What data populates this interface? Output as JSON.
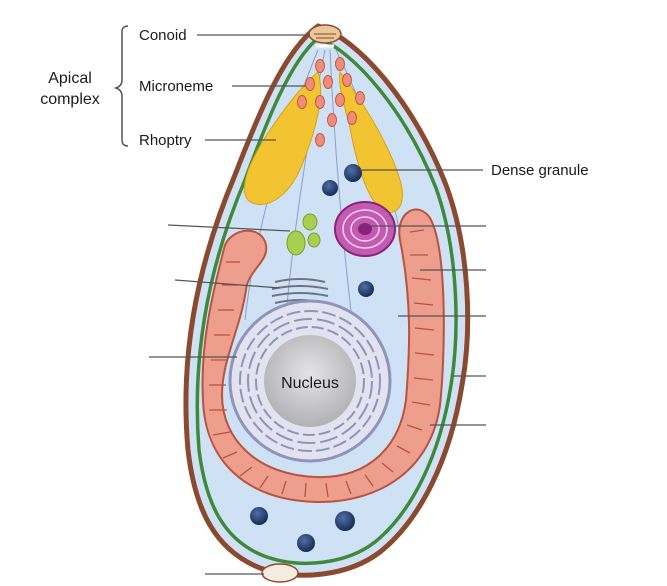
{
  "labels": {
    "group_line1": "Apical",
    "group_line2": "complex",
    "conoid": "Conoid",
    "microneme": "Microneme",
    "rhoptry": "Rhoptry",
    "dense_granule": "Dense granule",
    "nucleus": "Nucleus"
  },
  "colors": {
    "cytoplasm": "#cfe1f4",
    "outer_membrane": "#8b4a2f",
    "inner_membrane": "#3f8a3a",
    "rhoptry": "#f2c431",
    "microneme": "#ee8d7b",
    "mitochondrion": "#ed9e8d",
    "dense_granule": "#1f3c6e",
    "apicoplast": "#a8cf4f",
    "golgi_body": "#a6338f",
    "nucleus": "#c3c3c6",
    "nuclear_envelope": "#9093bd",
    "leader_line": "#555555"
  }
}
